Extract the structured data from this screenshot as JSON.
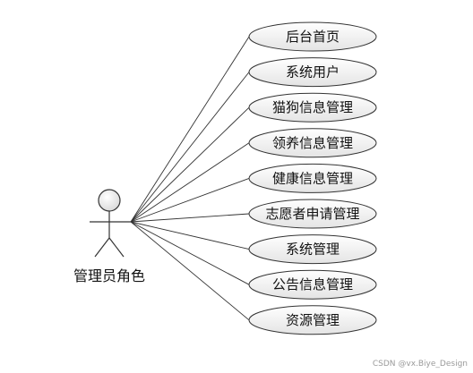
{
  "actor": {
    "label": "管理员角色"
  },
  "use_cases": [
    {
      "label": "后台首页"
    },
    {
      "label": "系统用户"
    },
    {
      "label": "猫狗信息管理"
    },
    {
      "label": "领养信息管理"
    },
    {
      "label": "健康信息管理"
    },
    {
      "label": "志愿者申请管理"
    },
    {
      "label": "系统管理"
    },
    {
      "label": "公告信息管理"
    },
    {
      "label": "资源管理"
    }
  ],
  "watermark": "CSDN @vx.Biye_Design",
  "colors": {
    "stroke": "#333333",
    "ellipse_fill_top": "#ffffff",
    "ellipse_fill_bottom": "#e4e4e4",
    "text": "#111111"
  }
}
